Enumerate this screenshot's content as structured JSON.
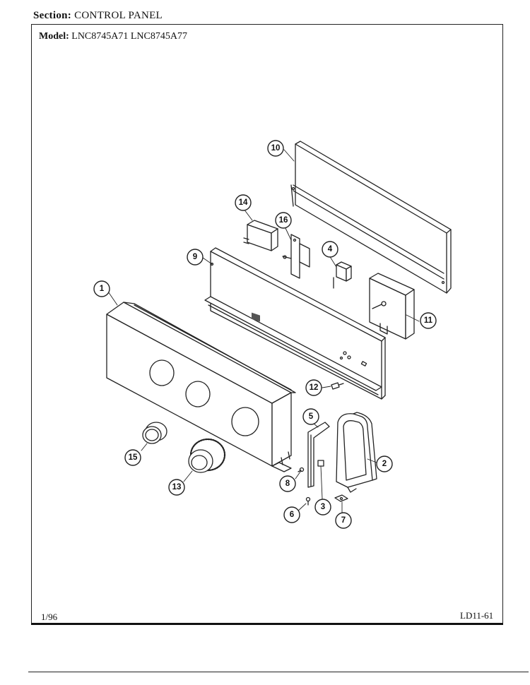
{
  "header": {
    "section_label": "Section:",
    "section_value": "CONTROL PANEL",
    "model_label": "Model:",
    "model_value": "LNC8745A71  LNC8745A77"
  },
  "footer": {
    "date": "1/96",
    "page_code": "LD11-61"
  },
  "callouts": [
    {
      "id": "callout-1",
      "label": "1"
    },
    {
      "id": "callout-2",
      "label": "2"
    },
    {
      "id": "callout-3",
      "label": "3"
    },
    {
      "id": "callout-4",
      "label": "4"
    },
    {
      "id": "callout-5",
      "label": "5"
    },
    {
      "id": "callout-6",
      "label": "6"
    },
    {
      "id": "callout-7",
      "label": "7"
    },
    {
      "id": "callout-8",
      "label": "8"
    },
    {
      "id": "callout-9",
      "label": "9"
    },
    {
      "id": "callout-10",
      "label": "10"
    },
    {
      "id": "callout-11",
      "label": "11"
    },
    {
      "id": "callout-12",
      "label": "12"
    },
    {
      "id": "callout-13",
      "label": "13"
    },
    {
      "id": "callout-14",
      "label": "14"
    },
    {
      "id": "callout-15",
      "label": "15"
    },
    {
      "id": "callout-16",
      "label": "16"
    }
  ]
}
